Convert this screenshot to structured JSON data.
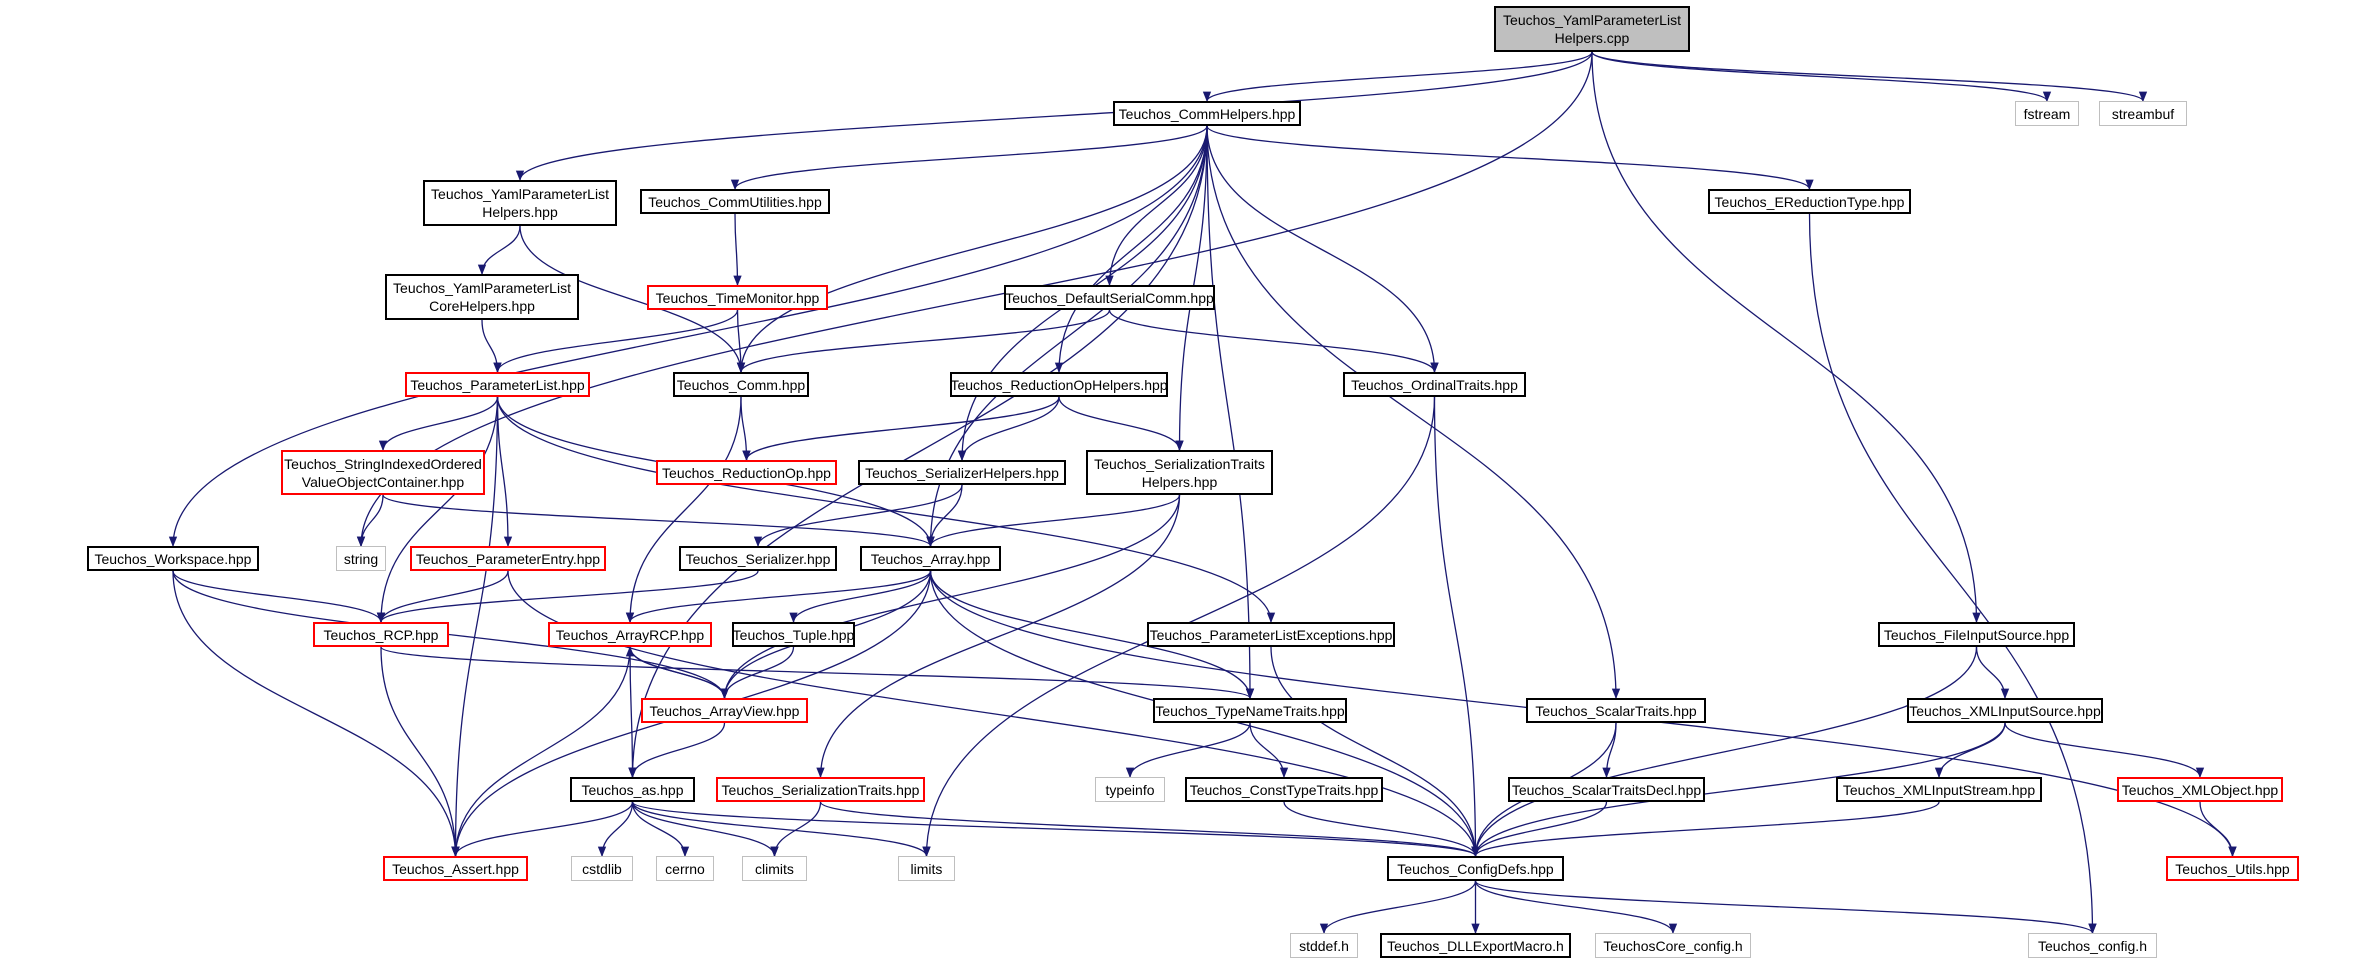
{
  "colors": {
    "edge": "#191970",
    "border": "#000000",
    "incomplete_border": "#ff0000",
    "system_border": "#bfbfbf",
    "root_fill": "#bfbfbf"
  },
  "nodes": {
    "root": {
      "lines": [
        "Teuchos_YamlParameterList",
        "Helpers.cpp"
      ]
    },
    "commhelpers": {
      "lines": [
        "Teuchos_CommHelpers.hpp"
      ]
    },
    "fstream": {
      "lines": [
        "fstream"
      ]
    },
    "streambuf": {
      "lines": [
        "streambuf"
      ]
    },
    "yamlhpp": {
      "lines": [
        "Teuchos_YamlParameterList",
        "Helpers.hpp"
      ]
    },
    "commutil": {
      "lines": [
        "Teuchos_CommUtilities.hpp"
      ]
    },
    "ereduction": {
      "lines": [
        "Teuchos_EReductionType.hpp"
      ]
    },
    "yamlcore": {
      "lines": [
        "Teuchos_YamlParameterList",
        "CoreHelpers.hpp"
      ]
    },
    "timemonitor": {
      "lines": [
        "Teuchos_TimeMonitor.hpp"
      ]
    },
    "defserial": {
      "lines": [
        "Teuchos_DefaultSerialComm.hpp"
      ]
    },
    "paramlist": {
      "lines": [
        "Teuchos_ParameterList.hpp"
      ]
    },
    "comm": {
      "lines": [
        "Teuchos_Comm.hpp"
      ]
    },
    "redophelpers": {
      "lines": [
        "Teuchos_ReductionOpHelpers.hpp"
      ]
    },
    "ordinal": {
      "lines": [
        "Teuchos_OrdinalTraits.hpp"
      ]
    },
    "stringidx": {
      "lines": [
        "Teuchos_StringIndexedOrdered",
        "ValueObjectContainer.hpp"
      ]
    },
    "reductionop": {
      "lines": [
        "Teuchos_ReductionOp.hpp"
      ]
    },
    "serhelpers": {
      "lines": [
        "Teuchos_SerializerHelpers.hpp"
      ]
    },
    "sertraitshelp": {
      "lines": [
        "Teuchos_SerializationTraits",
        "Helpers.hpp"
      ]
    },
    "string": {
      "lines": [
        "string"
      ]
    },
    "workspace": {
      "lines": [
        "Teuchos_Workspace.hpp"
      ]
    },
    "paramentry": {
      "lines": [
        "Teuchos_ParameterEntry.hpp"
      ]
    },
    "serializer": {
      "lines": [
        "Teuchos_Serializer.hpp"
      ]
    },
    "array": {
      "lines": [
        "Teuchos_Array.hpp"
      ]
    },
    "rcp": {
      "lines": [
        "Teuchos_RCP.hpp"
      ]
    },
    "arrayrcp": {
      "lines": [
        "Teuchos_ArrayRCP.hpp"
      ]
    },
    "tuple": {
      "lines": [
        "Teuchos_Tuple.hpp"
      ]
    },
    "plexceptions": {
      "lines": [
        "Teuchos_ParameterListExceptions.hpp"
      ]
    },
    "fileinput": {
      "lines": [
        "Teuchos_FileInputSource.hpp"
      ]
    },
    "arrayview": {
      "lines": [
        "Teuchos_ArrayView.hpp"
      ]
    },
    "typename": {
      "lines": [
        "Teuchos_TypeNameTraits.hpp"
      ]
    },
    "scalartraits": {
      "lines": [
        "Teuchos_ScalarTraits.hpp"
      ]
    },
    "xmlinput": {
      "lines": [
        "Teuchos_XMLInputSource.hpp"
      ]
    },
    "as": {
      "lines": [
        "Teuchos_as.hpp"
      ]
    },
    "sertraits": {
      "lines": [
        "Teuchos_SerializationTraits.hpp"
      ]
    },
    "typeinfo": {
      "lines": [
        "typeinfo"
      ]
    },
    "consttype": {
      "lines": [
        "Teuchos_ConstTypeTraits.hpp"
      ]
    },
    "scalardecl": {
      "lines": [
        "Teuchos_ScalarTraitsDecl.hpp"
      ]
    },
    "xmlstream": {
      "lines": [
        "Teuchos_XMLInputStream.hpp"
      ]
    },
    "xmlobject": {
      "lines": [
        "Teuchos_XMLObject.hpp"
      ]
    },
    "assert": {
      "lines": [
        "Teuchos_Assert.hpp"
      ]
    },
    "cstdlib": {
      "lines": [
        "cstdlib"
      ]
    },
    "cerrno": {
      "lines": [
        "cerrno"
      ]
    },
    "climits": {
      "lines": [
        "climits"
      ]
    },
    "limits": {
      "lines": [
        "limits"
      ]
    },
    "configdefs": {
      "lines": [
        "Teuchos_ConfigDefs.hpp"
      ]
    },
    "utils": {
      "lines": [
        "Teuchos_Utils.hpp"
      ]
    },
    "stddef": {
      "lines": [
        "stddef.h"
      ]
    },
    "dllexport": {
      "lines": [
        "Teuchos_DLLExportMacro.h"
      ]
    },
    "coreconfig": {
      "lines": [
        "TeuchosCore_config.h"
      ]
    },
    "config": {
      "lines": [
        "Teuchos_config.h"
      ]
    }
  },
  "edges": [
    [
      "root",
      "commhelpers"
    ],
    [
      "root",
      "fstream"
    ],
    [
      "root",
      "streambuf"
    ],
    [
      "root",
      "yamlhpp"
    ],
    [
      "root",
      "string"
    ],
    [
      "root",
      "fileinput"
    ],
    [
      "commhelpers",
      "commutil"
    ],
    [
      "commhelpers",
      "comm"
    ],
    [
      "commhelpers",
      "defserial"
    ],
    [
      "commhelpers",
      "redophelpers"
    ],
    [
      "commhelpers",
      "serhelpers"
    ],
    [
      "commhelpers",
      "sertraitshelp"
    ],
    [
      "commhelpers",
      "ordinal"
    ],
    [
      "commhelpers",
      "ereduction"
    ],
    [
      "commhelpers",
      "scalartraits"
    ],
    [
      "commhelpers",
      "typename"
    ],
    [
      "commhelpers",
      "array"
    ],
    [
      "commhelpers",
      "workspace"
    ],
    [
      "commhelpers",
      "as"
    ],
    [
      "yamlhpp",
      "yamlcore"
    ],
    [
      "yamlhpp",
      "comm"
    ],
    [
      "commutil",
      "timemonitor"
    ],
    [
      "ereduction",
      "config"
    ],
    [
      "yamlcore",
      "paramlist"
    ],
    [
      "timemonitor",
      "paramlist"
    ],
    [
      "timemonitor",
      "comm"
    ],
    [
      "defserial",
      "comm"
    ],
    [
      "defserial",
      "ordinal"
    ],
    [
      "paramlist",
      "stringidx"
    ],
    [
      "paramlist",
      "paramentry"
    ],
    [
      "paramlist",
      "rcp"
    ],
    [
      "paramlist",
      "array"
    ],
    [
      "paramlist",
      "assert"
    ],
    [
      "paramlist",
      "plexceptions"
    ],
    [
      "comm",
      "reductionop"
    ],
    [
      "comm",
      "arrayrcp"
    ],
    [
      "redophelpers",
      "reductionop"
    ],
    [
      "redophelpers",
      "serhelpers"
    ],
    [
      "redophelpers",
      "sertraitshelp"
    ],
    [
      "ordinal",
      "configdefs"
    ],
    [
      "ordinal",
      "limits"
    ],
    [
      "stringidx",
      "string"
    ],
    [
      "stringidx",
      "array"
    ],
    [
      "serhelpers",
      "serializer"
    ],
    [
      "serhelpers",
      "array"
    ],
    [
      "sertraitshelp",
      "array"
    ],
    [
      "sertraitshelp",
      "arrayview"
    ],
    [
      "sertraitshelp",
      "sertraits"
    ],
    [
      "workspace",
      "rcp"
    ],
    [
      "workspace",
      "arrayview"
    ],
    [
      "workspace",
      "assert"
    ],
    [
      "paramentry",
      "rcp"
    ],
    [
      "paramentry",
      "configdefs"
    ],
    [
      "serializer",
      "rcp"
    ],
    [
      "array",
      "arrayrcp"
    ],
    [
      "array",
      "tuple"
    ],
    [
      "array",
      "typename"
    ],
    [
      "array",
      "arrayview"
    ],
    [
      "array",
      "assert"
    ],
    [
      "array",
      "configdefs"
    ],
    [
      "array",
      "utils"
    ],
    [
      "rcp",
      "typename"
    ],
    [
      "rcp",
      "assert"
    ],
    [
      "arrayrcp",
      "arrayview"
    ],
    [
      "arrayrcp",
      "as"
    ],
    [
      "arrayrcp",
      "assert"
    ],
    [
      "tuple",
      "arrayview"
    ],
    [
      "plexceptions",
      "configdefs"
    ],
    [
      "fileinput",
      "xmlinput"
    ],
    [
      "fileinput",
      "configdefs"
    ],
    [
      "arrayview",
      "arrayrcp"
    ],
    [
      "arrayview",
      "as"
    ],
    [
      "typename",
      "typeinfo"
    ],
    [
      "typename",
      "consttype"
    ],
    [
      "scalartraits",
      "scalardecl"
    ],
    [
      "scalartraits",
      "configdefs"
    ],
    [
      "xmlinput",
      "xmlstream"
    ],
    [
      "xmlinput",
      "xmlobject"
    ],
    [
      "xmlinput",
      "configdefs"
    ],
    [
      "as",
      "assert"
    ],
    [
      "as",
      "cstdlib"
    ],
    [
      "as",
      "cerrno"
    ],
    [
      "as",
      "climits"
    ],
    [
      "as",
      "limits"
    ],
    [
      "as",
      "configdefs"
    ],
    [
      "sertraits",
      "climits"
    ],
    [
      "sertraits",
      "configdefs"
    ],
    [
      "consttype",
      "configdefs"
    ],
    [
      "scalardecl",
      "configdefs"
    ],
    [
      "xmlstream",
      "configdefs"
    ],
    [
      "xmlobject",
      "utils"
    ],
    [
      "configdefs",
      "stddef"
    ],
    [
      "configdefs",
      "dllexport"
    ],
    [
      "configdefs",
      "coreconfig"
    ],
    [
      "configdefs",
      "config"
    ]
  ]
}
